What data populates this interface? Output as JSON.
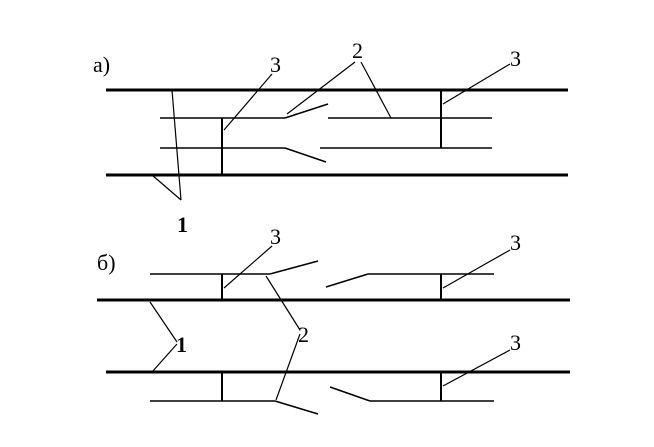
{
  "diagram": {
    "panel_a": {
      "title": "а)",
      "label_rail": "1",
      "label_switch": "2",
      "label_joint_left": "3",
      "label_joint_right": "3"
    },
    "panel_b": {
      "title": "б)",
      "label_rail": "1",
      "label_switch": "2",
      "label_joint_top_left": "3",
      "label_joint_top_right": "3",
      "label_joint_bottom_right": "3"
    },
    "colors": {
      "ink": "#000000",
      "background": "#ffffff"
    }
  }
}
